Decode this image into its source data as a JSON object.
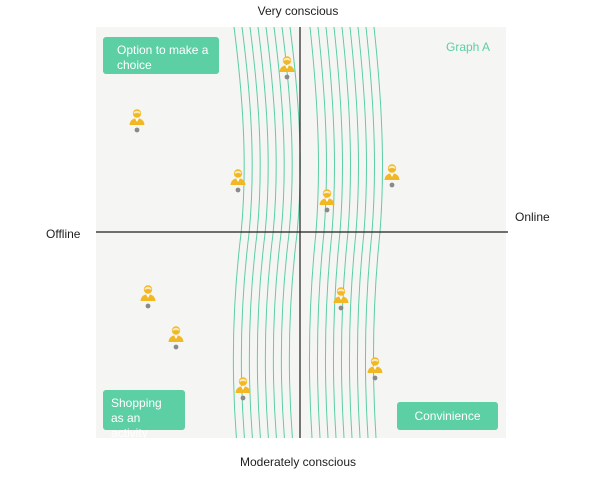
{
  "axes": {
    "top": "Very conscious",
    "bottom": "Moderately conscious",
    "left": "Offline",
    "right": "Online"
  },
  "graph_title": "Graph A",
  "tags": {
    "choice": "Option to make a choice",
    "shopping": "Shopping as an activity",
    "convenience": "Convinience"
  },
  "colors": {
    "accent": "#5ccfa4",
    "person": "#f2b824",
    "dot": "#8a8a8a",
    "panel": "#f5f5f3"
  },
  "icons": [
    "person-icon"
  ],
  "persons": [
    {
      "name": "person-1"
    },
    {
      "name": "person-2"
    },
    {
      "name": "person-3"
    },
    {
      "name": "person-4"
    },
    {
      "name": "person-5"
    },
    {
      "name": "person-6"
    },
    {
      "name": "person-7"
    },
    {
      "name": "person-8"
    },
    {
      "name": "person-9"
    },
    {
      "name": "person-10"
    }
  ]
}
